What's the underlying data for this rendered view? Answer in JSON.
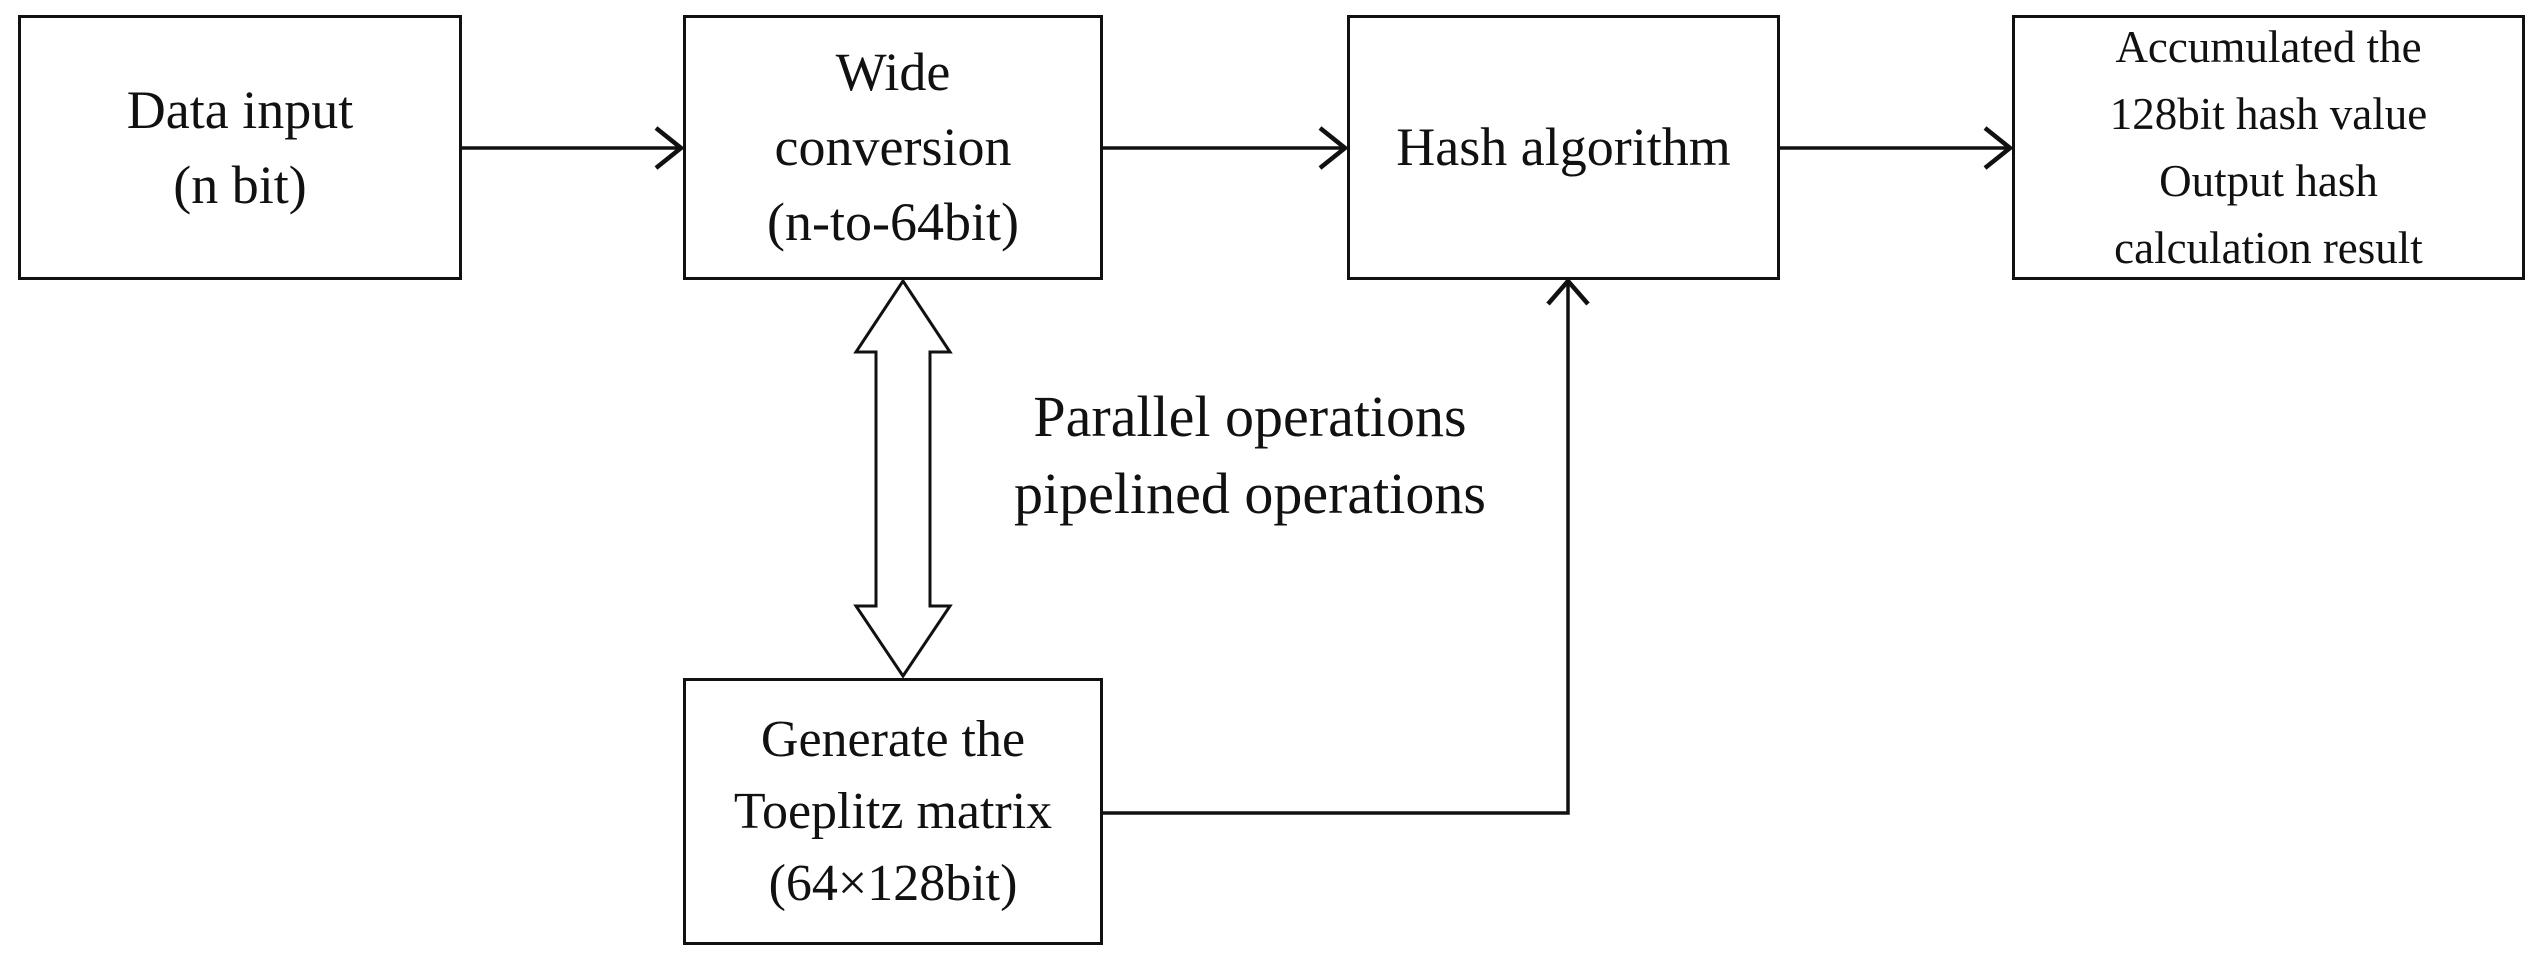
{
  "figure_type": "flowchart",
  "colors": {
    "background": "#ffffff",
    "line": "#111111",
    "box_fill": "#ffffff"
  },
  "boxes": {
    "data_input": {
      "lines": [
        "Data input",
        "(n bit)"
      ]
    },
    "wide_conversion": {
      "lines": [
        "Wide",
        "conversion",
        "(n-to-64bit)"
      ]
    },
    "hash_algorithm": {
      "lines": [
        "Hash algorithm"
      ]
    },
    "output_result": {
      "lines": [
        "Accumulated the",
        "128bit hash value",
        "Output hash",
        "calculation result"
      ]
    },
    "toeplitz_matrix": {
      "lines": [
        "Generate the",
        "Toeplitz matrix",
        "(64×128bit)"
      ]
    }
  },
  "annotations": {
    "parallel_pipelined": {
      "lines": [
        "Parallel operations",
        "pipelined operations"
      ]
    }
  },
  "connections": [
    {
      "from": "data_input",
      "to": "wide_conversion",
      "style": "single-arrow"
    },
    {
      "from": "wide_conversion",
      "to": "hash_algorithm",
      "style": "single-arrow"
    },
    {
      "from": "hash_algorithm",
      "to": "output_result",
      "style": "single-arrow"
    },
    {
      "from": "wide_conversion",
      "to": "toeplitz_matrix",
      "style": "hollow-double-arrow"
    },
    {
      "from": "toeplitz_matrix",
      "to": "hash_algorithm",
      "style": "elbow-arrow"
    }
  ]
}
